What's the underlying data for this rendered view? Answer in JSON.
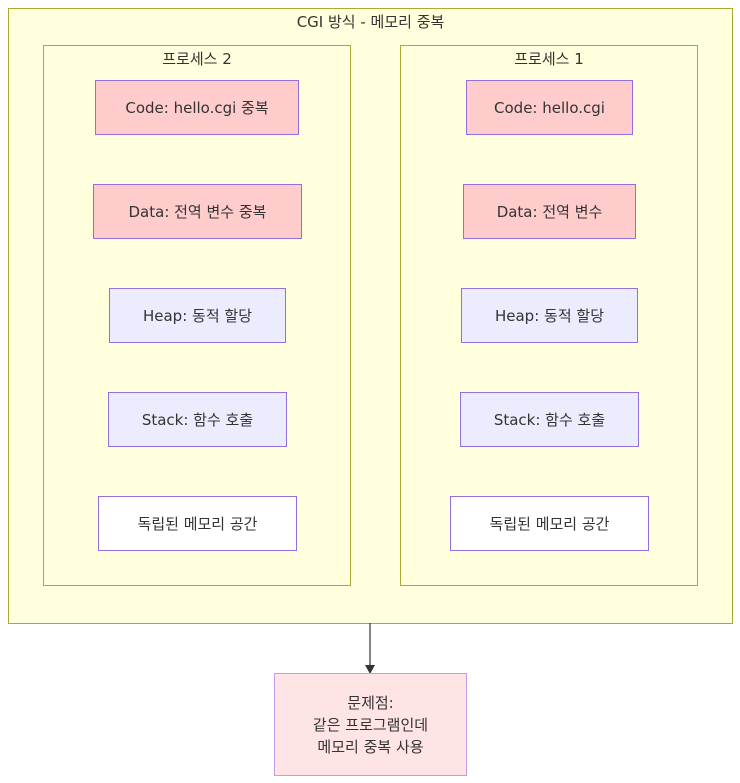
{
  "title": "CGI 방식 - 메모리 중복",
  "process2": {
    "label": "프로세스 2",
    "nodes": [
      "Code: hello.cgi 중복",
      "Data: 전역 변수 중복",
      "Heap: 동적 할당",
      "Stack: 함수 호출",
      "독립된 메모리 공간"
    ]
  },
  "process1": {
    "label": "프로세스 1",
    "nodes": [
      "Code: hello.cgi",
      "Data: 전역 변수",
      "Heap: 동적 할당",
      "Stack: 함수 호출",
      "독립된 메모리 공간"
    ]
  },
  "problem": {
    "lines": [
      "문제점:",
      "같은 프로그램인데",
      "메모리 중복 사용"
    ]
  },
  "colors": {
    "duplicate": "#ffcccc",
    "normal": "#ececff",
    "problem": "#ffe4e6",
    "cluster": "#ffffde"
  }
}
